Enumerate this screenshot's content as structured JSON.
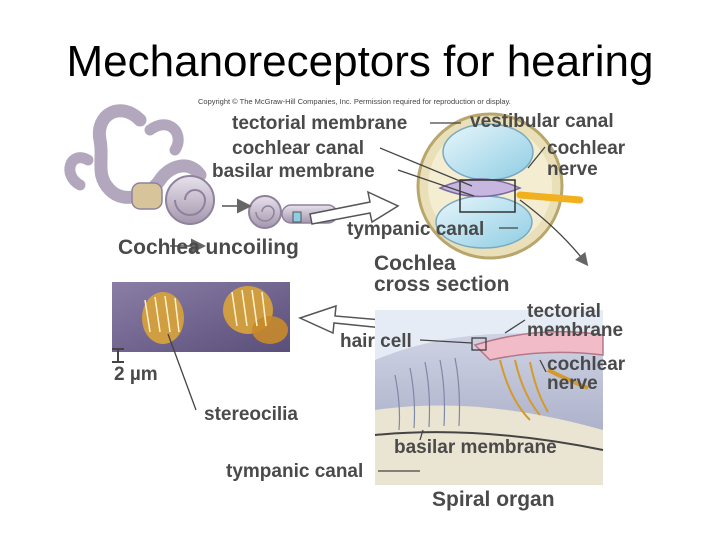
{
  "slide": {
    "title": "Mechanoreceptors for hearing",
    "copyright": "Copyright © The McGraw-Hill Companies, Inc. Permission required for reproduction or display."
  },
  "labels": {
    "tectorial_membrane_top": "tectorial membrane",
    "vestibular_canal": "vestibular canal",
    "cochlear_canal": "cochlear canal",
    "cochlear_nerve_top": "cochlear",
    "nerve_top": "nerve",
    "basilar_membrane_top": "basilar membrane",
    "tympanic_canal_top": "tympanic canal",
    "cochlea_uncoiling": "Cochlea uncoiling",
    "cochlea_cross_section_1": "Cochlea",
    "cochlea_cross_section_2": "cross section",
    "tectorial_bottom_1": "tectorial",
    "tectorial_bottom_2": "membrane",
    "hair_cell": "hair cell",
    "cochlear_bottom": "cochlear",
    "nerve_bottom": "nerve",
    "scale_bar": "2 µm",
    "stereocilia": "stereocilia",
    "basilar_membrane_bottom": "basilar membrane",
    "tympanic_canal_bottom": "tympanic canal",
    "spiral_organ": "Spiral organ"
  }
}
